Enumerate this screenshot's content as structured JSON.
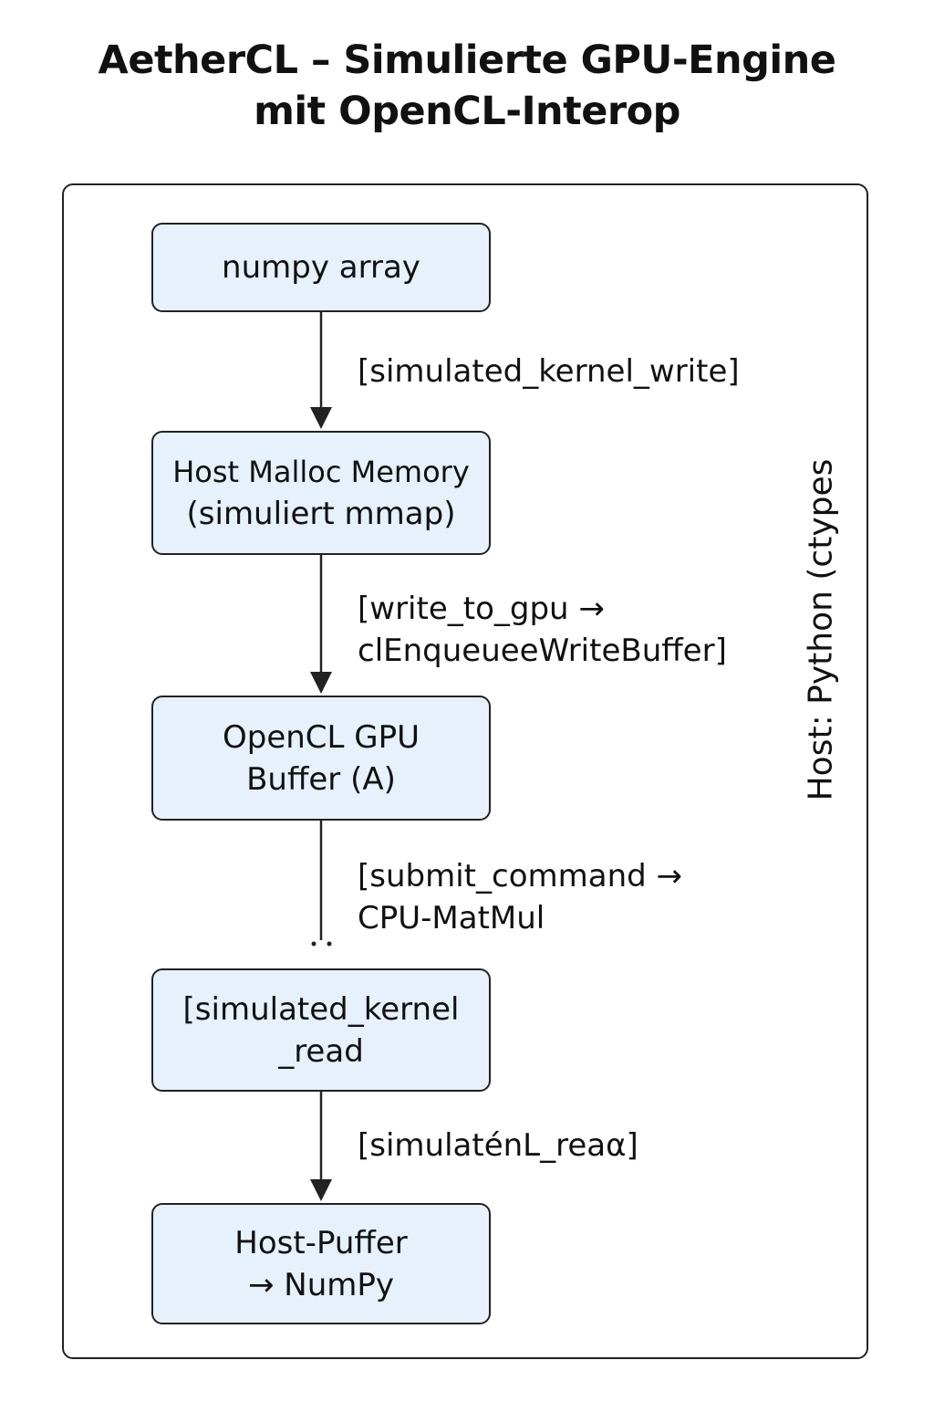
{
  "title": {
    "line1": "AetherCL – Simulierte GPU-Engine",
    "line2": "mit OpenCL-Interop"
  },
  "nodes": [
    {
      "lines": [
        "numpy array"
      ]
    },
    {
      "lines": [
        "Host Malloc Memory",
        "(simuliert mmap)"
      ]
    },
    {
      "lines": [
        "OpenCL GPU",
        "Buffer (A)"
      ]
    },
    {
      "lines": [
        "[simulated_kernel",
        "_read"
      ]
    },
    {
      "lines": [
        "Host-Puffer",
        "→ NumPy"
      ]
    }
  ],
  "edges": [
    {
      "lines": [
        "[simulated_kernel_write]"
      ]
    },
    {
      "lines": [
        "[write_to_gpu →",
        "clEnqueueeWriteBuffer]"
      ]
    },
    {
      "lines": [
        "[submit_command →",
        "CPU-MatMul"
      ]
    },
    {
      "lines": [
        "[simulaténL_reaα]"
      ]
    }
  ],
  "side_label": "Host: Python (ctypes",
  "colors": {
    "node_fill": "#e6f1fb",
    "stroke": "#222222"
  }
}
